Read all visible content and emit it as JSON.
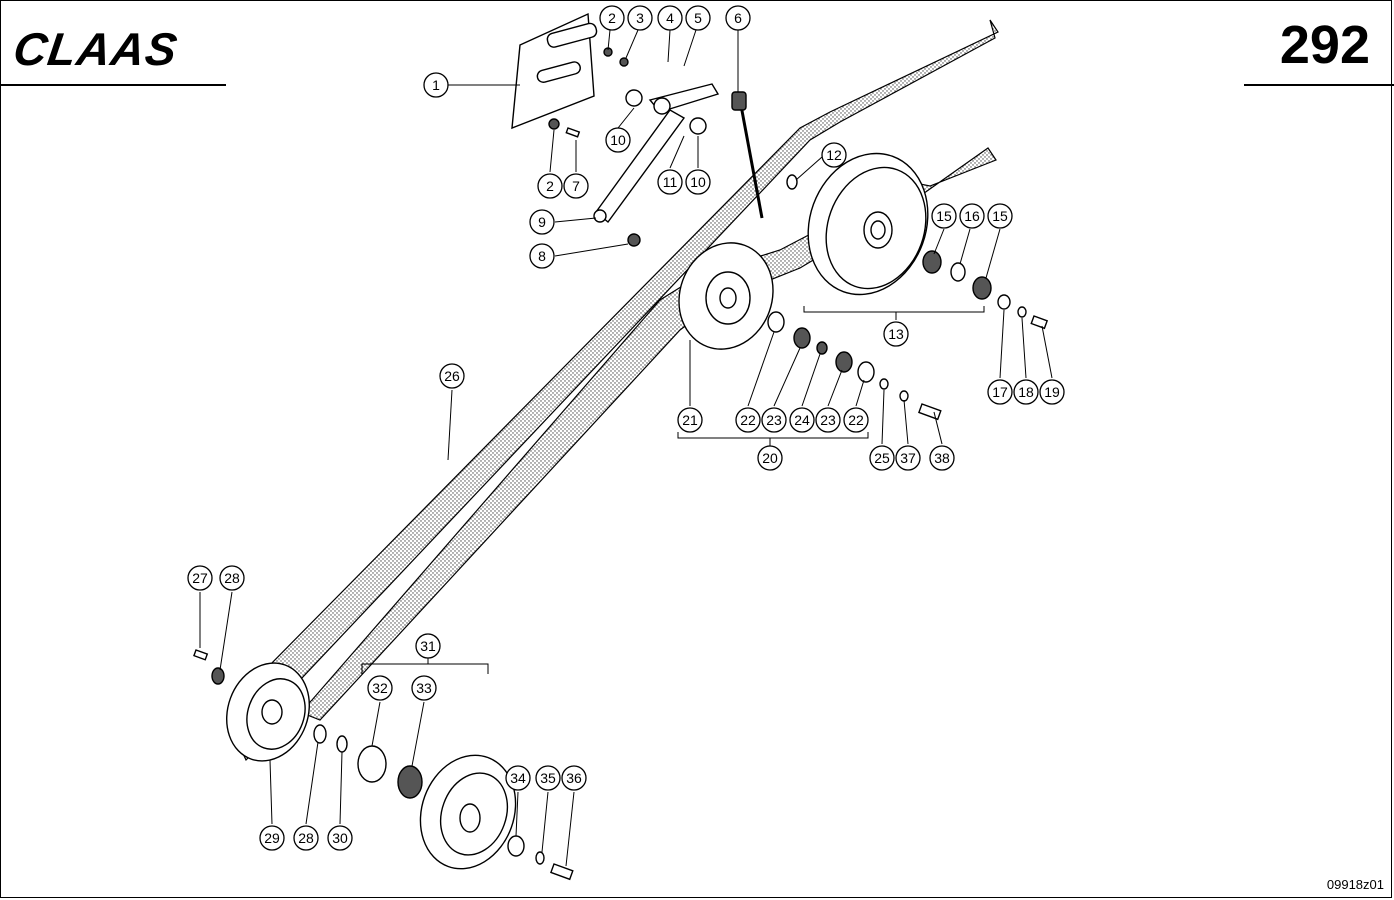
{
  "header": {
    "brand": "CLAAS",
    "page_number": "292"
  },
  "footer": {
    "reference_code": "09918z01"
  },
  "callouts": [
    {
      "id": "c1",
      "label": "1"
    },
    {
      "id": "c2a",
      "label": "2"
    },
    {
      "id": "c3",
      "label": "3"
    },
    {
      "id": "c4",
      "label": "4"
    },
    {
      "id": "c5",
      "label": "5"
    },
    {
      "id": "c6",
      "label": "6"
    },
    {
      "id": "c10a",
      "label": "10"
    },
    {
      "id": "c2b",
      "label": "2"
    },
    {
      "id": "c7",
      "label": "7"
    },
    {
      "id": "c11",
      "label": "11"
    },
    {
      "id": "c10b",
      "label": "10"
    },
    {
      "id": "c12",
      "label": "12"
    },
    {
      "id": "c9",
      "label": "9"
    },
    {
      "id": "c8",
      "label": "8"
    },
    {
      "id": "c15a",
      "label": "15"
    },
    {
      "id": "c16",
      "label": "16"
    },
    {
      "id": "c15b",
      "label": "15"
    },
    {
      "id": "c13",
      "label": "13"
    },
    {
      "id": "c17",
      "label": "17"
    },
    {
      "id": "c18",
      "label": "18"
    },
    {
      "id": "c19",
      "label": "19"
    },
    {
      "id": "c26",
      "label": "26"
    },
    {
      "id": "c21",
      "label": "21"
    },
    {
      "id": "c22a",
      "label": "22"
    },
    {
      "id": "c23a",
      "label": "23"
    },
    {
      "id": "c24",
      "label": "24"
    },
    {
      "id": "c23b",
      "label": "23"
    },
    {
      "id": "c22b",
      "label": "22"
    },
    {
      "id": "c25",
      "label": "25"
    },
    {
      "id": "c37",
      "label": "37"
    },
    {
      "id": "c38",
      "label": "38"
    },
    {
      "id": "c20",
      "label": "20"
    },
    {
      "id": "c27",
      "label": "27"
    },
    {
      "id": "c28a",
      "label": "28"
    },
    {
      "id": "c31",
      "label": "31"
    },
    {
      "id": "c32",
      "label": "32"
    },
    {
      "id": "c33",
      "label": "33"
    },
    {
      "id": "c34",
      "label": "34"
    },
    {
      "id": "c35",
      "label": "35"
    },
    {
      "id": "c36",
      "label": "36"
    },
    {
      "id": "c29",
      "label": "29"
    },
    {
      "id": "c28b",
      "label": "28"
    },
    {
      "id": "c30",
      "label": "30"
    }
  ]
}
